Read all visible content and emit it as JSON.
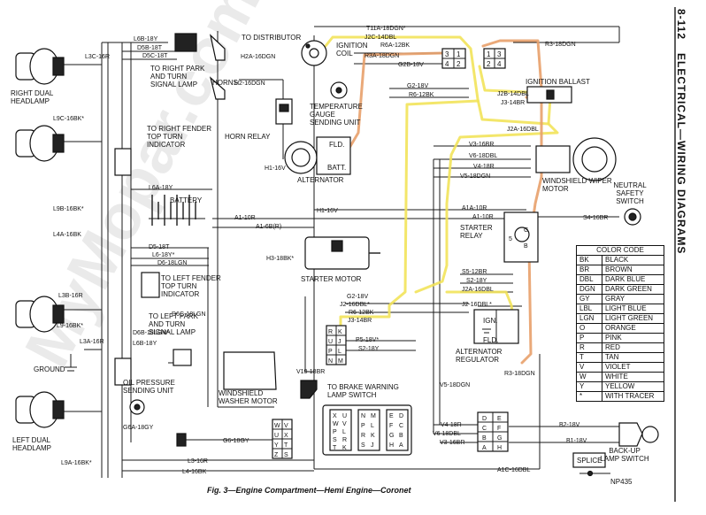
{
  "page": {
    "page_number": "8-112",
    "side_title": "ELECTRICAL—WIRING DIAGRAMS",
    "caption": "Fig. 3—Engine Compartment—Hemi Engine—Coronet",
    "ref": "NP435",
    "watermark": "MyMopar.com"
  },
  "components": {
    "right_headlamp": "RIGHT DUAL\nHEADLAMP",
    "right_park": "TO RIGHT PARK\nAND TURN\nSIGNAL LAMP",
    "right_fender": "TO RIGHT FENDER\nTOP TURN\nINDICATOR",
    "to_distributor": "TO DISTRIBUTOR",
    "horns": "HORNS",
    "horn_relay": "HORN RELAY",
    "ignition_coil": "IGNITION\nCOIL",
    "temp_gauge": "TEMPERATURE\nGAUGE\nSENDING UNIT",
    "alternator": "ALTERNATOR",
    "fld": "FLD.",
    "batt": "BATT.",
    "ignition_ballast": "IGNITION BALLAST",
    "wiper_motor": "WINDSHIELD WIPER\nMOTOR",
    "neutral_switch": "NEUTRAL\nSAFETY\nSWITCH",
    "battery": "BATTERY",
    "starter_relay": "STARTER\nRELAY",
    "starter_motor": "STARTER MOTOR",
    "left_fender": "TO LEFT FENDER\nTOP TURN\nINDICATOR",
    "left_park": "TO LEFT PARK\nAND TURN\nSIGNAL LAMP",
    "ground": "GROUND",
    "oil_pressure": "OIL PRESSURE\nSENDING UNIT",
    "washer_motor": "WINDSHIELD\nWASHER MOTOR",
    "brake_warning": "TO BRAKE WARNING\nLAMP SWITCH",
    "alt_regulator": "ALTERNATOR\nREGULATOR",
    "ign": "IGN.",
    "left_headlamp": "LEFT DUAL\nHEADLAMP",
    "backup_switch": "BACK-UP\nLAMP SWITCH",
    "splice": "SPLICE"
  },
  "wire_labels": {
    "L3C": "L3C-16R",
    "L6B": "L6B-18Y",
    "D5B": "D5B-18T",
    "D5C": "D5C-18T",
    "L9C": "L9C-16BK*",
    "L6A": "L6A-18Y",
    "L9B": "L9B-16BK*",
    "L4A": "L4A-16BK",
    "D5": "D5-18T",
    "L6": "L6-18Y*",
    "D6": "D6-18LGN",
    "D6C": "D6C-18LGN",
    "D6B": "D6B-18LGN*",
    "L6Bb": "L6B-18Y",
    "L3B": "L3B-16R",
    "L9": "L9-16BK*",
    "L3A": "L3A-16R",
    "G6A": "G6A-18GY",
    "G6": "G6-18GY",
    "L3": "L3-16R",
    "L4": "L4-16BK",
    "L9A": "L9A-16BK*",
    "H2A": "H2A-16DGN",
    "H2": "H2-16DGN",
    "H1": "H1-16V",
    "H1b": "H1-16V",
    "H3": "H3-18BK*",
    "T11A": "T11A-18DGN*",
    "J2C": "J2C-14DBL",
    "R6A": "R6A-12BK",
    "R3A": "R3A-18DGN",
    "G2B": "G2B-18V",
    "G2": "G2-18V",
    "R6": "R6-12BK",
    "R3": "R3-18DGN",
    "J2B": "J2B-14DBL",
    "J3": "J3-14BR",
    "J2A": "J2A-16DBL",
    "V3": "V3-16BR",
    "V6": "V6-18DBL",
    "V4": "V4-18R",
    "V5": "V5-18DGN",
    "A1A": "A1A-10R",
    "A1": "A1-10R",
    "A1_6B": "A1-6B(R)",
    "S4": "S4-16BR",
    "S5": "S5-12BR",
    "S2": "S2-18Y",
    "J2A2": "J2A-16DBL",
    "G2b": "G2-18V",
    "J2": "J2-16DBL*",
    "R6b": "R6-12BK",
    "J3b": "J3-14BR",
    "P5": "P5-18V*",
    "S2b": "S2-18Y",
    "V10": "V10-18BR",
    "J2b": "J2-16DBL*",
    "V5b": "V5-18DGN",
    "R3b": "R3-18DGN",
    "V4b": "V4-18R",
    "V6b": "V6 18DBL",
    "V3b": "V3-16BR",
    "A1C": "A1C-16DBL",
    "B2": "B2-18V",
    "B1": "B1-18V"
  },
  "terminals": {
    "coil_block": [
      "3",
      "1",
      "4",
      "2"
    ],
    "ballast_block": [
      "1",
      "3",
      "2",
      "4"
    ],
    "left_block": [
      "R",
      "K",
      "U",
      "J",
      "P",
      "L",
      "N",
      "M"
    ],
    "connector_a": [
      "W",
      "V",
      "U",
      "X",
      "Y",
      "T",
      "Z",
      "S"
    ],
    "connector_b": [
      "X",
      "U",
      "W",
      "V",
      "P",
      "L",
      "S",
      "R",
      "T",
      "K"
    ],
    "connector_c": [
      "N",
      "M",
      "P",
      "L",
      "R",
      "K",
      "S",
      "J"
    ],
    "connector_d": [
      "E",
      "D",
      "F",
      "C",
      "G",
      "B",
      "H",
      "A"
    ],
    "connector_e": [
      "D",
      "E",
      "C",
      "F",
      "B",
      "G",
      "A",
      "H"
    ],
    "relay_terms": [
      "5",
      "G",
      "B"
    ]
  },
  "color_code": {
    "title": "COLOR CODE",
    "rows": [
      [
        "BK",
        "BLACK"
      ],
      [
        "BR",
        "BROWN"
      ],
      [
        "DBL",
        "DARK BLUE"
      ],
      [
        "DGN",
        "DARK GREEN"
      ],
      [
        "GY",
        "GRAY"
      ],
      [
        "LBL",
        "LIGHT BLUE"
      ],
      [
        "LGN",
        "LIGHT GREEN"
      ],
      [
        "O",
        "ORANGE"
      ],
      [
        "P",
        "PINK"
      ],
      [
        "R",
        "RED"
      ],
      [
        "T",
        "TAN"
      ],
      [
        "V",
        "VIOLET"
      ],
      [
        "W",
        "WHITE"
      ],
      [
        "Y",
        "YELLOW"
      ],
      [
        "*",
        "WITH TRACER"
      ]
    ]
  },
  "highlight_colors": {
    "yellow": "#f2e35a",
    "orange": "#e8a06a"
  }
}
